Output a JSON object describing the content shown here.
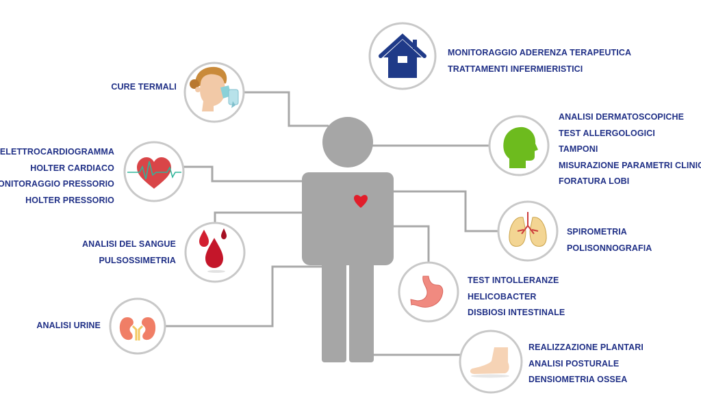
{
  "diagram": {
    "colors": {
      "label_text": "#1f2f86",
      "circle_border": "#c8c8c8",
      "connector": "#a8a8a8",
      "body_silhouette": "#a6a6a6",
      "heart_accent": "#e11d2a",
      "home_icon": "#1f3a88",
      "head_icon": "#6dbb1e"
    },
    "groups": [
      {
        "id": "home",
        "icon": "house-icon",
        "lines": [
          "MONITORAGGIO ADERENZA TERAPEUTICA",
          "TRATTAMENTI INFERMIERISTICI"
        ]
      },
      {
        "id": "thermal",
        "icon": "inhaler-woman-icon",
        "lines": [
          "CURE TERMALI"
        ]
      },
      {
        "id": "cardio",
        "icon": "heart-ecg-icon",
        "lines": [
          "ELETTROCARDIOGRAMMA",
          "HOLTER CARDIACO",
          "MONITORAGGIO PRESSORIO",
          "HOLTER PRESSORIO"
        ]
      },
      {
        "id": "head",
        "icon": "head-profile-icon",
        "lines": [
          "ANALISI DERMATOSCOPICHE",
          "TEST ALLERGOLOGICI",
          "TAMPONI",
          "MISURAZIONE PARAMETRI CLINICI",
          "FORATURA LOBI"
        ]
      },
      {
        "id": "blood",
        "icon": "blood-drops-icon",
        "lines": [
          "ANALISI DEL SANGUE",
          "PULSOSSIMETRIA"
        ]
      },
      {
        "id": "lungs",
        "icon": "lungs-icon",
        "lines": [
          "SPIROMETRIA",
          "POLISONNOGRAFIA"
        ]
      },
      {
        "id": "stomach",
        "icon": "stomach-icon",
        "lines": [
          "TEST INTOLLERANZE",
          "HELICOBACTER",
          "DISBIOSI INTESTINALE"
        ]
      },
      {
        "id": "kidneys",
        "icon": "kidneys-icon",
        "lines": [
          "ANALISI URINE"
        ]
      },
      {
        "id": "foot",
        "icon": "foot-icon",
        "lines": [
          "REALIZZAZIONE PLANTARI",
          "ANALISI POSTURALE",
          "DENSIOMETRIA OSSEA"
        ]
      }
    ]
  }
}
